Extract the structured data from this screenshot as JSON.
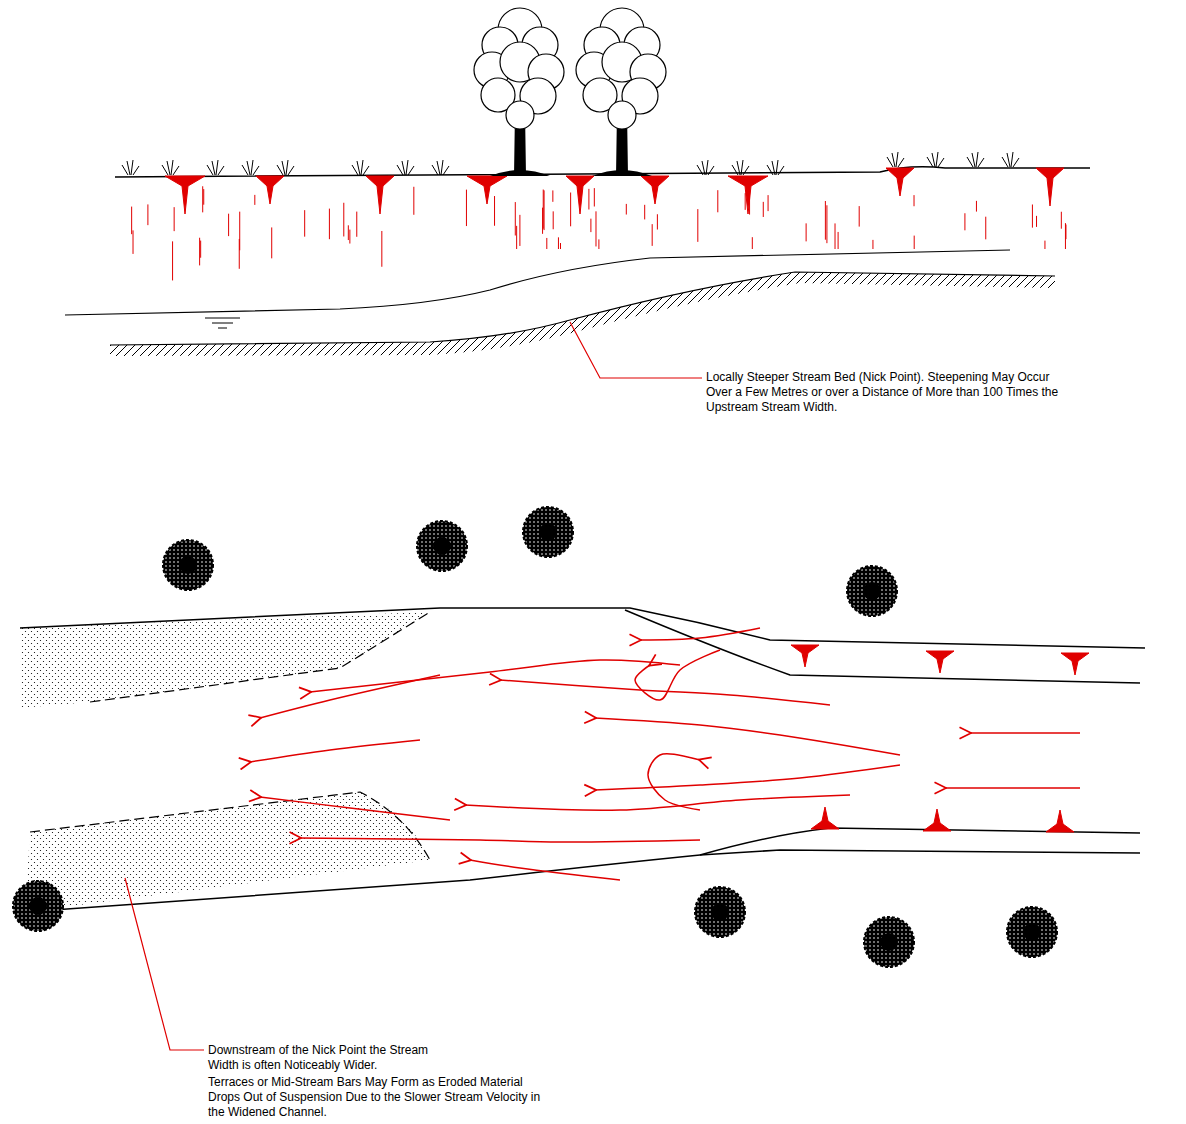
{
  "diagram": {
    "labels": [
      "Locally Steeper Stream Bed (Nick Point). Steepening May Occur Over a Few Metres or over a Distance of More than 100 Times the Upstream Stream Width.",
      "Downstream of the Nick Point the Stream Width is often Noticeably Wider.",
      "Terraces or Mid-Stream Bars May Form as Eroded Material Drops Out of Suspension Due to the Slower Stream Velocity in the Widened Channel."
    ]
  }
}
